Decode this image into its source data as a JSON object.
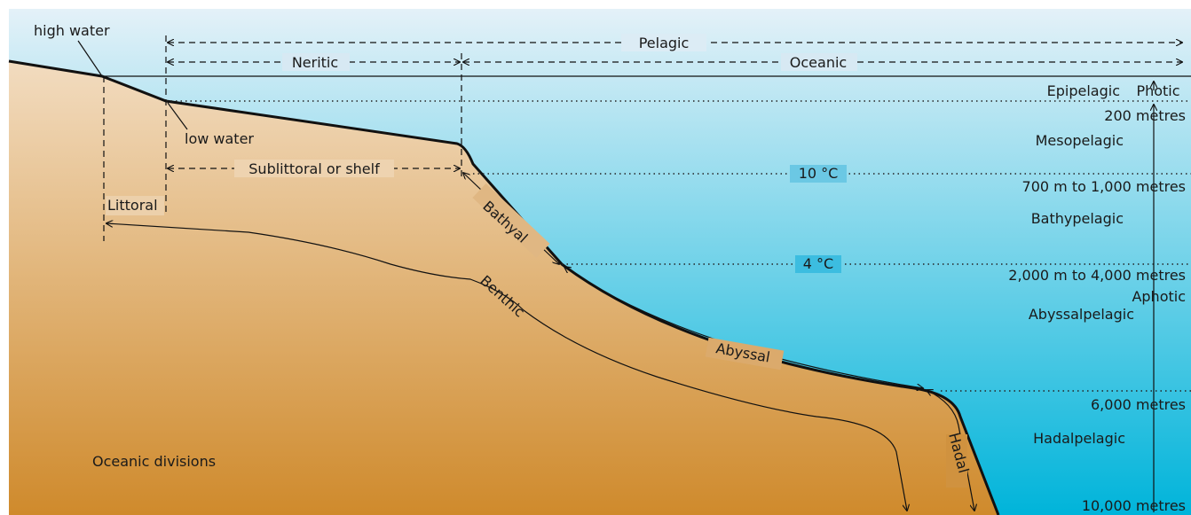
{
  "colors": {
    "water_top": "#e4f1f8",
    "water_bottom": "#00b4da",
    "sand_top": "#f2dcc0",
    "sand_bottom": "#cf8a2c",
    "coastline": "#111111"
  },
  "labels": {
    "high_water": "high water",
    "low_water": "low water",
    "pelagic": "Pelagic",
    "neritic": "Neritic",
    "oceanic": "Oceanic",
    "sublittoral": "Sublittoral or shelf",
    "littoral": "Littoral",
    "bathyal": "Bathyal",
    "benthic": "Benthic",
    "abyssal": "Abyssal",
    "hadal": "Hadal",
    "photic": "Photic",
    "aphotic": "Aphotic",
    "title": "Oceanic divisions"
  },
  "pelagic_zones": [
    "Epipelagic",
    "Mesopelagic",
    "Bathypelagic",
    "Abyssalpelagic",
    "Hadalpelagic"
  ],
  "depths": [
    "200 metres",
    "700 m to 1,000 metres",
    "2,000 m to 4,000 metres",
    "6,000 metres",
    "10,000 metres"
  ],
  "temperatures": [
    "10 °C",
    "4 °C"
  ]
}
